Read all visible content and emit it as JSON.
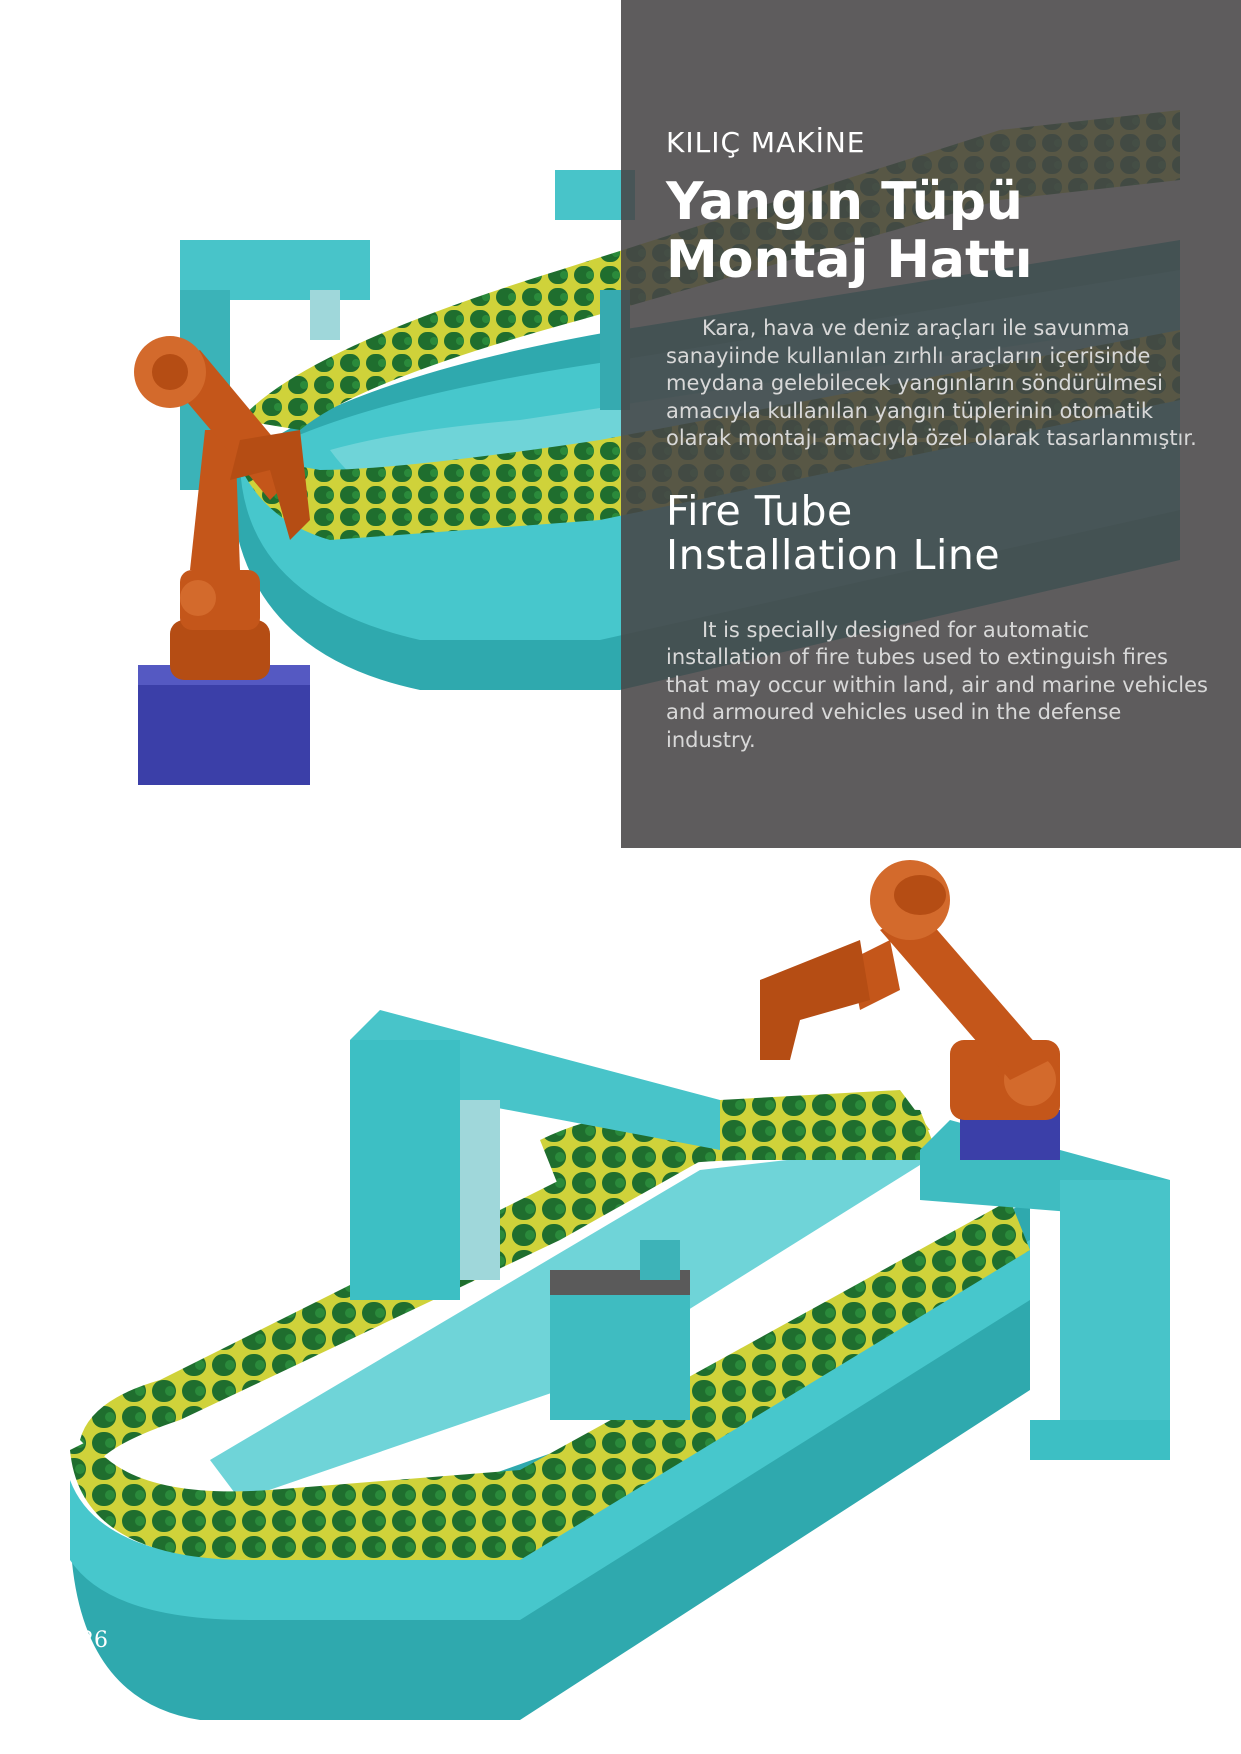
{
  "brand": "KILIÇ MAKİNE",
  "title_tr_line1": "Yangın Tüpü",
  "title_tr_line2": "Montaj Hattı",
  "desc_tr": "Kara, hava ve deniz araçları ile savunma sanayiinde kullanılan zırhlı araçların içerisinde meydana gelebilecek yangınların söndürülmesi amacıyla kullanılan yangın tüplerinin otomatik olarak montajı amacıyla özel olarak tasarlanmıştır.",
  "title_en_line1": "Fire Tube",
  "title_en_line2": "Installation Line",
  "desc_en": "It is specially designed for automatic installation of fire tubes used to extinguish fires that may occur within land, air and marine vehicles and armoured vehicles used in the defense industry.",
  "page_number": "26",
  "colors": {
    "conveyor": "#3dbfc4",
    "tubes": "#1f6e2e",
    "robot": "#c4561a",
    "base": "#3b3fa8",
    "panel": "#484647"
  }
}
